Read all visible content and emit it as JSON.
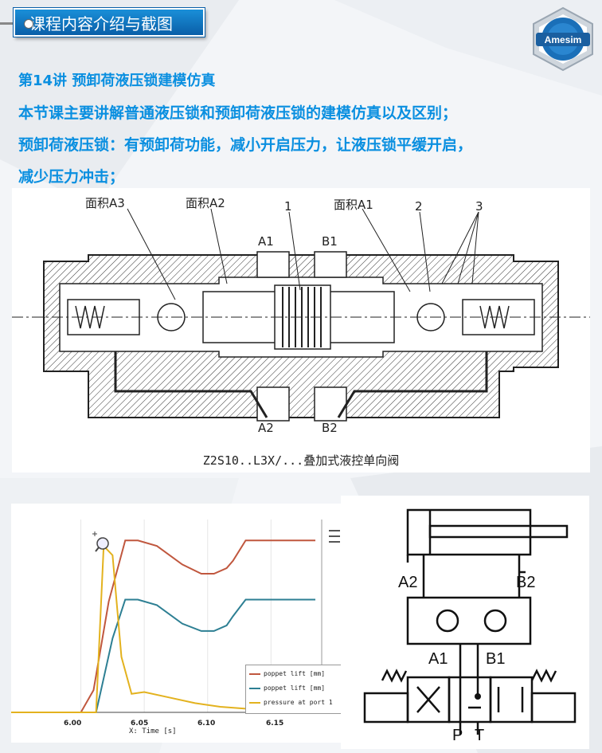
{
  "header": {
    "tag_label": "课程内容介绍与截图",
    "logo_text": "Amesim"
  },
  "intro": {
    "lines": [
      "第14讲 预卸荷液压锁建模仿真",
      "本节课主要讲解普通液压锁和预卸荷液压锁的建模仿真以及区别；",
      "预卸荷液压锁：有预卸荷功能，减小开启压力，让液压锁平缓开启，",
      "减少压力冲击；"
    ]
  },
  "valve_figure": {
    "labels": {
      "area_a3": "面积A3",
      "area_a2": "面积A2",
      "part_1": "1",
      "area_a1": "面积A1",
      "part_2": "2",
      "part_3": "3",
      "port_a1": "A1",
      "port_b1": "B1",
      "port_a2": "A2",
      "port_b2": "B2"
    },
    "caption": "Z2S10..L3X/...叠加式液控单向阀"
  },
  "colors": {
    "accent_blue": "#0a8fe0",
    "series_red": "#c0573e",
    "series_teal": "#2d7f93",
    "series_yellow": "#e3b21e"
  },
  "chart_data": {
    "type": "line",
    "xlabel": "X: Time [s]",
    "ylabel": "",
    "x_ticks": [
      "6.00",
      "6.05",
      "6.10",
      "6.15"
    ],
    "x_tick_values": [
      6.0,
      6.05,
      6.1,
      6.15
    ],
    "xlim": [
      5.945,
      6.19
    ],
    "ylim": [
      0,
      1
    ],
    "grid": true,
    "legend_placement": "bottom-right",
    "series": [
      {
        "name": "poppet lift [mm]",
        "color": "#c0573e",
        "x": [
          5.945,
          6.0,
          6.01,
          6.022,
          6.035,
          6.045,
          6.06,
          6.08,
          6.095,
          6.105,
          6.115,
          6.12,
          6.13,
          6.15,
          6.17,
          6.185
        ],
        "y": [
          0,
          0,
          0.12,
          0.6,
          0.93,
          0.93,
          0.9,
          0.8,
          0.75,
          0.75,
          0.78,
          0.82,
          0.93,
          0.93,
          0.93,
          0.93
        ]
      },
      {
        "name": "poppet lift [mm]",
        "color": "#2d7f93",
        "x": [
          5.945,
          6.0,
          6.012,
          6.025,
          6.035,
          6.045,
          6.06,
          6.08,
          6.095,
          6.105,
          6.115,
          6.12,
          6.13,
          6.15,
          6.17,
          6.185
        ],
        "y": [
          0,
          0,
          0.0,
          0.4,
          0.61,
          0.61,
          0.58,
          0.48,
          0.44,
          0.44,
          0.47,
          0.52,
          0.61,
          0.61,
          0.61,
          0.61
        ]
      },
      {
        "name": "pressure at port 1",
        "color": "#e3b21e",
        "x": [
          5.945,
          6.0,
          6.012,
          6.018,
          6.025,
          6.032,
          6.04,
          6.05,
          6.07,
          6.09,
          6.11,
          6.13,
          6.15,
          6.185
        ],
        "y": [
          0,
          0,
          0.0,
          0.9,
          0.85,
          0.3,
          0.1,
          0.11,
          0.08,
          0.05,
          0.03,
          0.02,
          0.02,
          0.02
        ]
      }
    ]
  },
  "schematic": {
    "labels": {
      "a2": "A2",
      "b2": "B2",
      "a1": "A1",
      "b1": "B1",
      "p": "P",
      "t": "T"
    }
  }
}
